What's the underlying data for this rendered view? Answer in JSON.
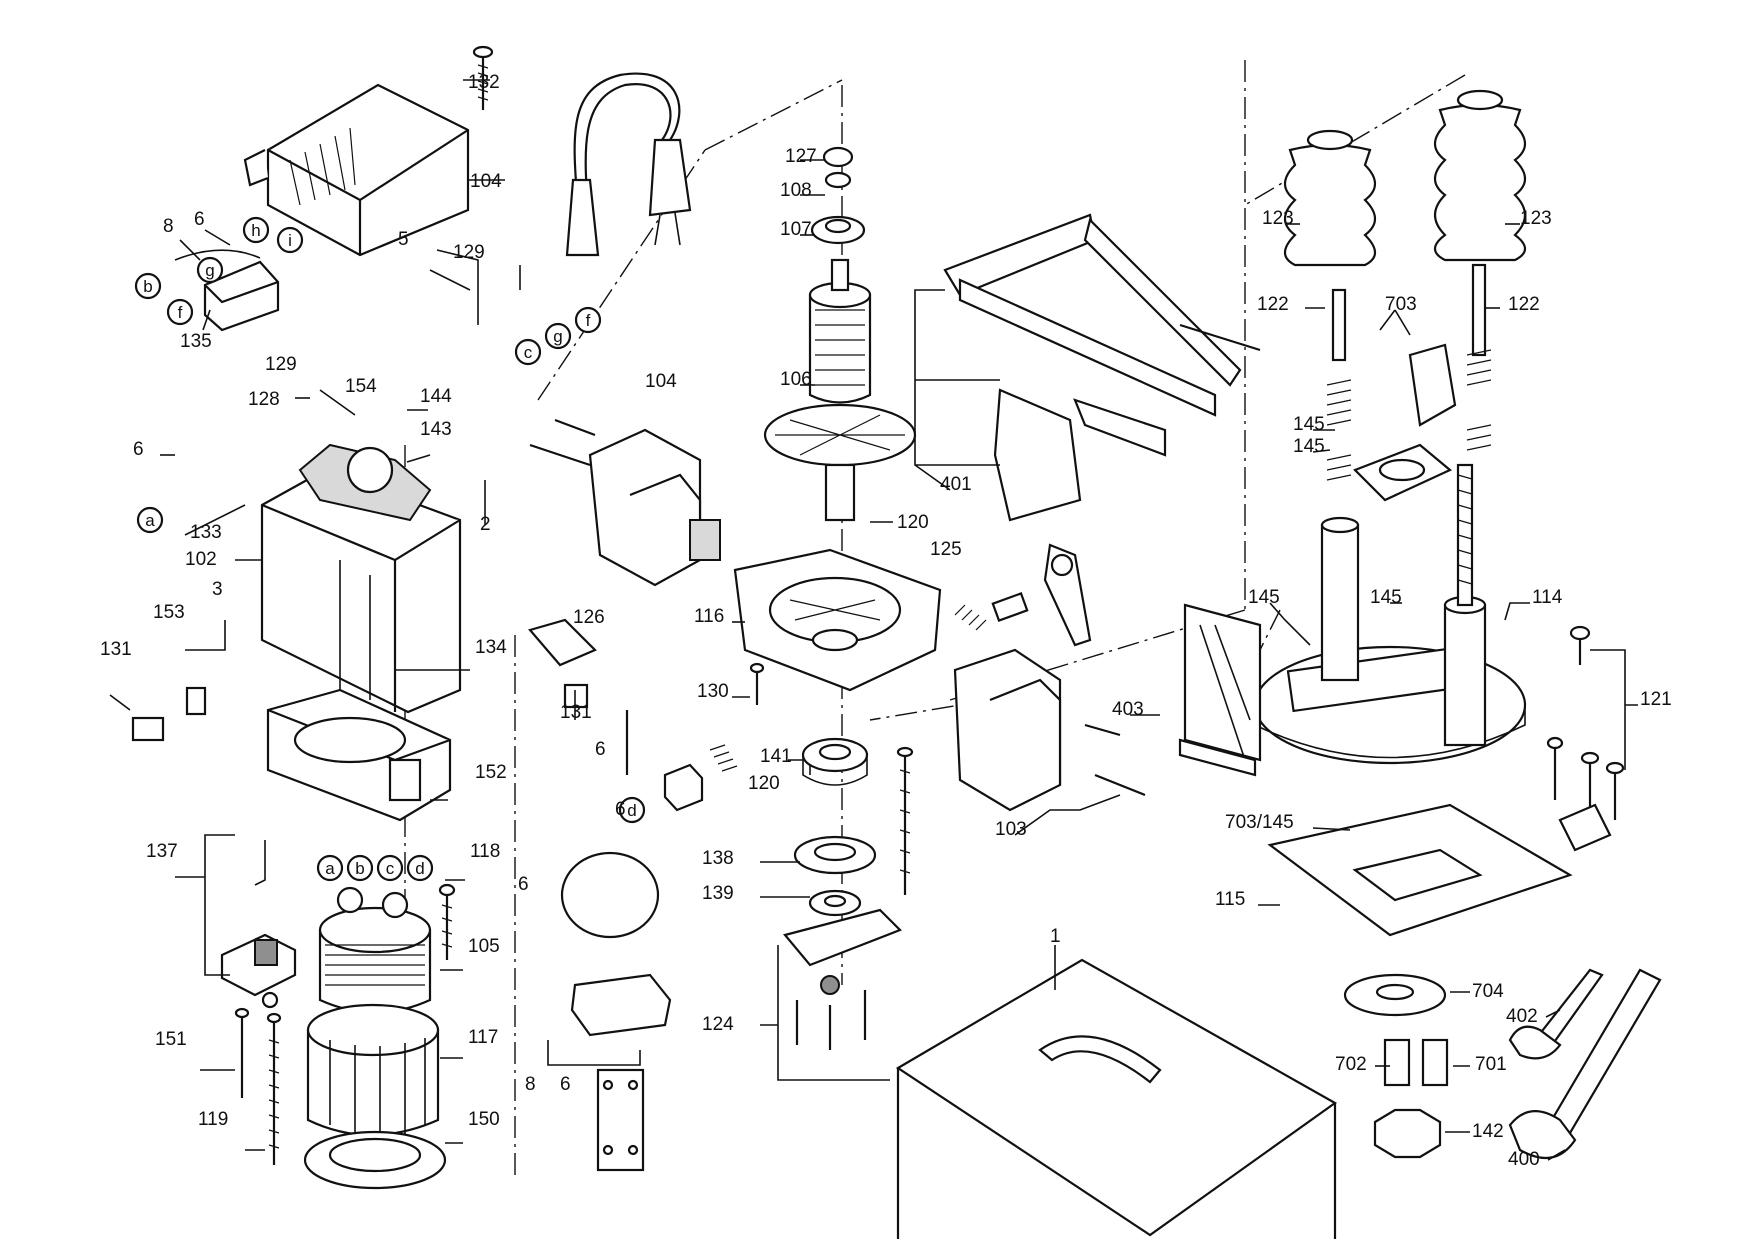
{
  "part_numbers": [
    "132",
    "104",
    "8",
    "6",
    "b",
    "h",
    "i",
    "g",
    "f",
    "135",
    "5",
    "129",
    "g",
    "f",
    "c",
    "129",
    "154",
    "144",
    "128",
    "143",
    "6",
    "a",
    "133",
    "2",
    "102",
    "3",
    "153",
    "131",
    "134",
    "152",
    "126",
    "131",
    "6",
    "d",
    "137",
    "a",
    "b",
    "c",
    "d",
    "118",
    "105",
    "151",
    "117",
    "119",
    "150",
    "6",
    "6",
    "8",
    "6",
    "127",
    "108",
    "107",
    "106",
    "104",
    "120",
    "125",
    "116",
    "130",
    "141",
    "120",
    "138",
    "139",
    "124",
    "401",
    "403",
    "103",
    "123",
    "123",
    "122",
    "122",
    "703",
    "145",
    "145",
    "145",
    "145",
    "114",
    "121",
    "703/145",
    "115",
    "1",
    "704",
    "402",
    "702",
    "701",
    "142",
    "400"
  ]
}
